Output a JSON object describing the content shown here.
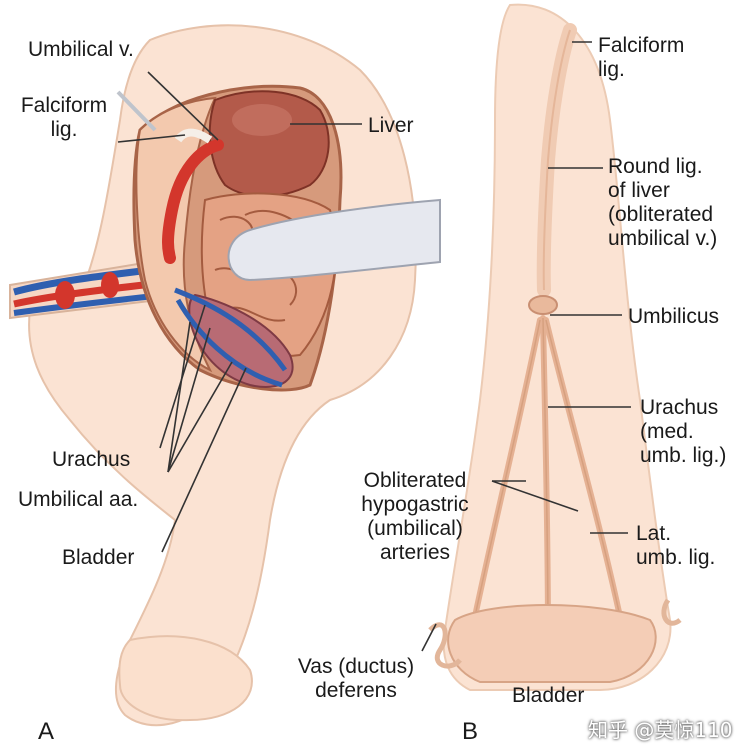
{
  "panel_a": {
    "letter": "A",
    "labels": {
      "umbilical_vein": "Umbilical v.",
      "falciform_line1": "Falciform",
      "falciform_line2": "lig.",
      "liver": "Liver",
      "urachus": "Urachus",
      "umbilical_arteries": "Umbilical aa.",
      "bladder": "Bladder"
    }
  },
  "panel_b": {
    "letter": "B",
    "labels": {
      "falciform_line1": "Falciform",
      "falciform_line2": "lig.",
      "round_lig_line1": "Round lig.",
      "round_lig_line2": "of liver",
      "round_lig_line3": "(obliterated",
      "round_lig_line4": "umbilical v.)",
      "umbilicus": "Umbilicus",
      "urachus_line1": "Urachus",
      "urachus_line2": "(med.",
      "urachus_line3": "umb. lig.)",
      "obliterated_line1": "Obliterated",
      "obliterated_line2": "hypogastric",
      "obliterated_line3": "(umbilical)",
      "obliterated_line4": "arteries",
      "lat_line1": "Lat.",
      "lat_line2": "umb. lig.",
      "vas_line1": "Vas (ductus)",
      "vas_line2": "deferens",
      "bladder": "Bladder"
    }
  },
  "watermark": "知乎 @莫惊110",
  "colors": {
    "skin": "#fbe3d3",
    "skin_outline": "#e6c2aa",
    "cavity": "#d69a7c",
    "liver": "#b35a4a",
    "intestine": "#e4a284",
    "vein": "#d3362c",
    "artery": "#2f5fb0",
    "retractor": "#e6e8ef",
    "leader": "#333333"
  }
}
